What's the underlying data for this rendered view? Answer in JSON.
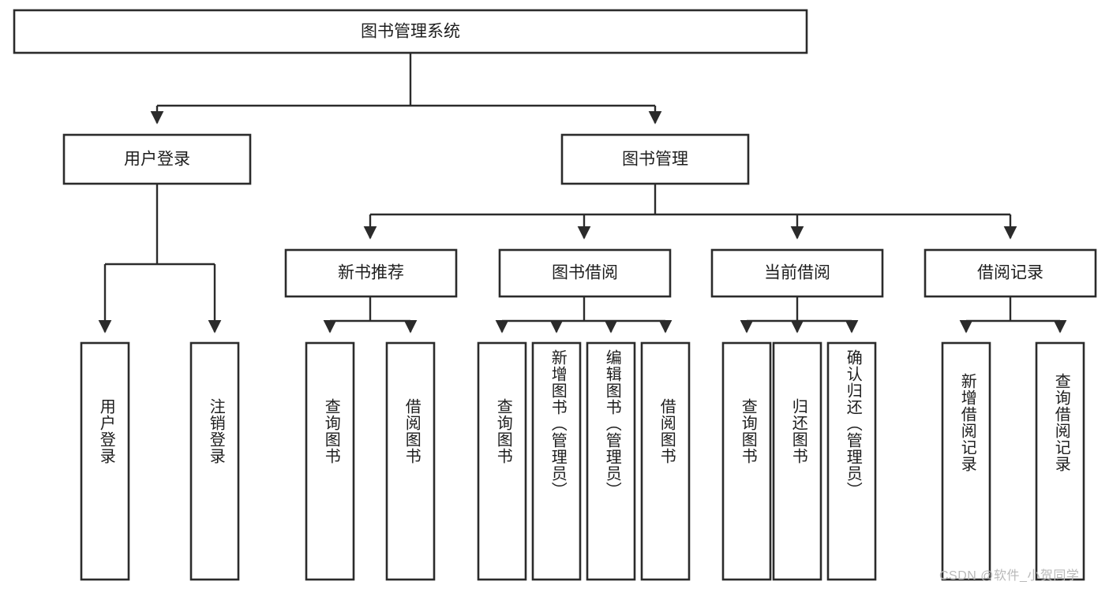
{
  "diagram": {
    "type": "tree-hierarchy-diagram",
    "title_node": {
      "id": "root",
      "label": "图书管理系统"
    },
    "level2": [
      {
        "id": "user-login",
        "label": "用户登录"
      },
      {
        "id": "book-management",
        "label": "图书管理"
      }
    ],
    "level3": [
      {
        "id": "new-book-recommend",
        "label": "新书推荐",
        "parent": "book-management"
      },
      {
        "id": "book-borrow",
        "label": "图书借阅",
        "parent": "book-management"
      },
      {
        "id": "current-borrow",
        "label": "当前借阅",
        "parent": "book-management"
      },
      {
        "id": "borrow-record",
        "label": "借阅记录",
        "parent": "book-management"
      }
    ],
    "leaves": {
      "user-login": [
        {
          "id": "leaf-user-login",
          "label": "用户登录"
        },
        {
          "id": "leaf-logout",
          "label": "注销登录"
        }
      ],
      "new-book-recommend": [
        {
          "id": "leaf-query-book-1",
          "label": "查询图书"
        },
        {
          "id": "leaf-borrow-book-1",
          "label": "借阅图书"
        }
      ],
      "book-borrow": [
        {
          "id": "leaf-query-book-2",
          "label": "查询图书"
        },
        {
          "id": "leaf-add-book",
          "label": "新增图书（管理员）"
        },
        {
          "id": "leaf-edit-book",
          "label": "编辑图书（管理员）"
        },
        {
          "id": "leaf-borrow-book-2",
          "label": "借阅图书"
        }
      ],
      "current-borrow": [
        {
          "id": "leaf-query-book-3",
          "label": "查询图书"
        },
        {
          "id": "leaf-return-book",
          "label": "归还图书"
        },
        {
          "id": "leaf-confirm-return",
          "label": "确认归还（管理员）"
        }
      ],
      "borrow-record": [
        {
          "id": "leaf-add-record",
          "label": "新增借阅记录"
        },
        {
          "id": "leaf-query-record",
          "label": "查询借阅记录"
        }
      ]
    },
    "colors": {
      "stroke": "#2b2b2b",
      "box_fill": "#ffffff",
      "text": "#1d1d1d",
      "background": "#ffffff",
      "watermark": "#b9b9b9"
    }
  },
  "watermark": {
    "text": "CSDN @软件_小贺同学"
  }
}
